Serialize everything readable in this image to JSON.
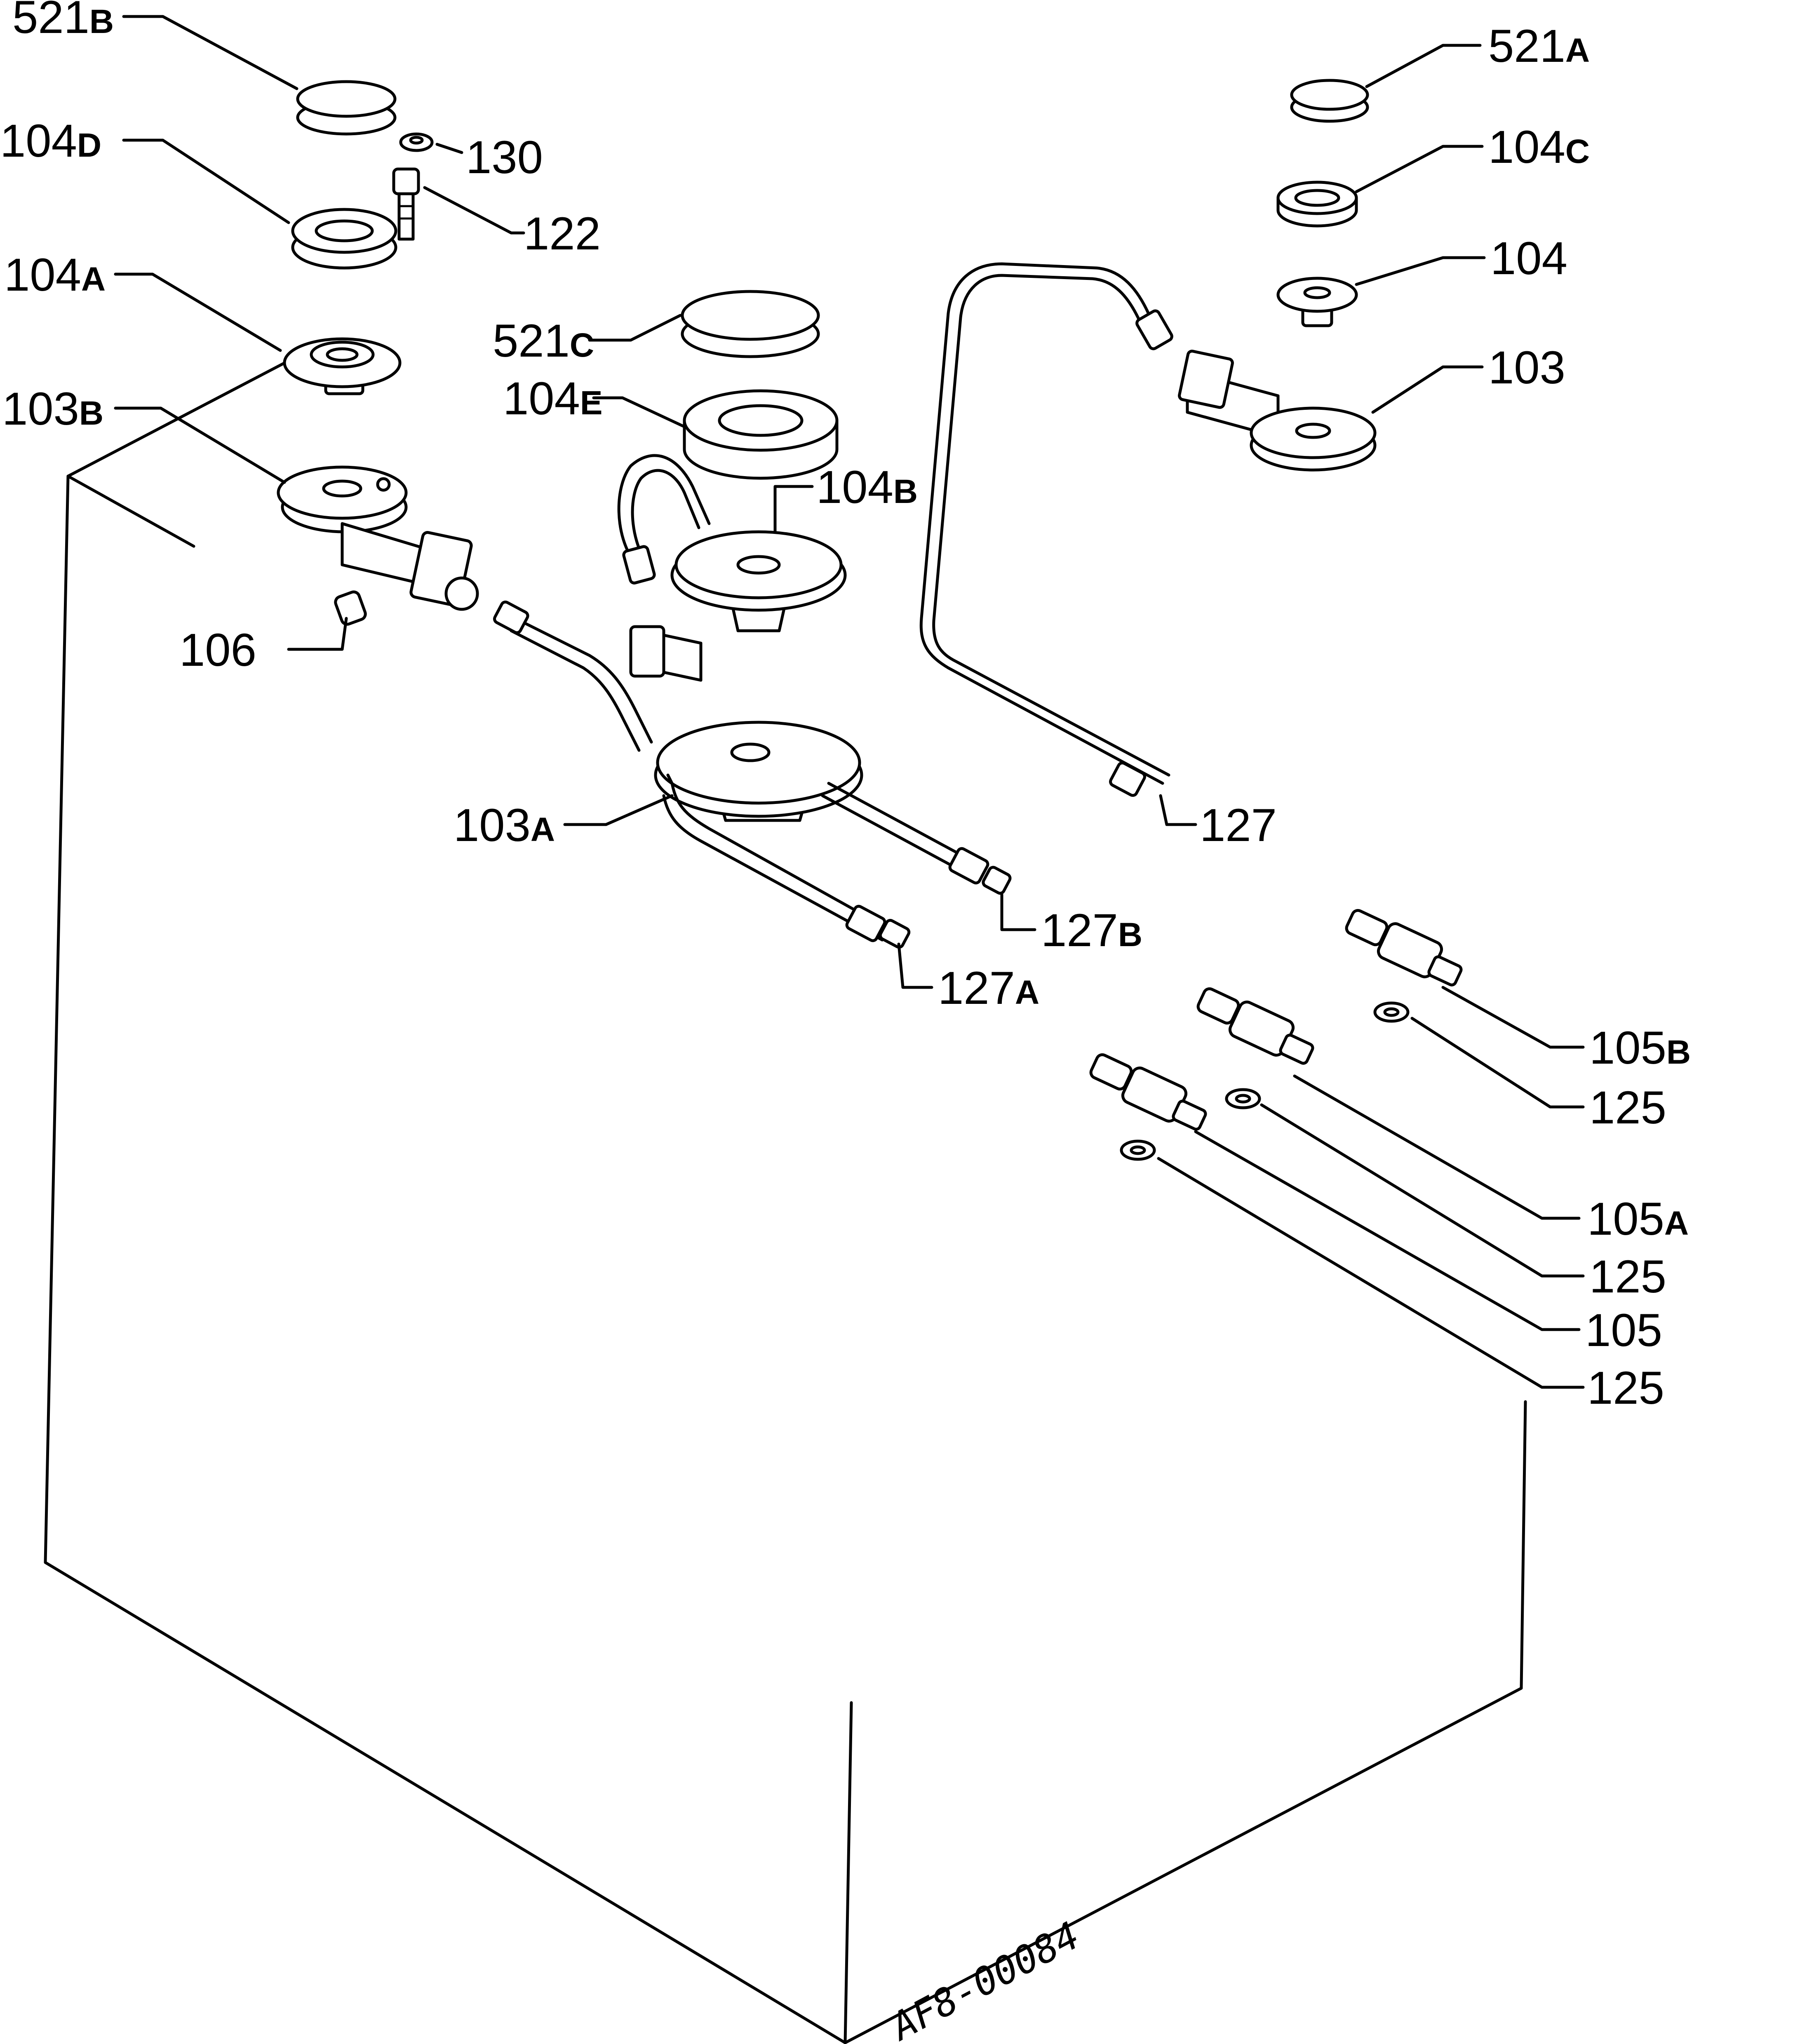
{
  "diagram": {
    "labels": [
      {
        "key": "521b",
        "num": "521",
        "suffix": "B"
      },
      {
        "key": "104d",
        "num": "104",
        "suffix": "D"
      },
      {
        "key": "130",
        "num": "130",
        "suffix": ""
      },
      {
        "key": "122",
        "num": "122",
        "suffix": ""
      },
      {
        "key": "104a",
        "num": "104",
        "suffix": "A"
      },
      {
        "key": "521c",
        "num": "521",
        "suffix": "C"
      },
      {
        "key": "104e",
        "num": "104",
        "suffix": "E"
      },
      {
        "key": "103b",
        "num": "103",
        "suffix": "B"
      },
      {
        "key": "104b",
        "num": "104",
        "suffix": "B"
      },
      {
        "key": "106",
        "num": "106",
        "suffix": ""
      },
      {
        "key": "103a",
        "num": "103",
        "suffix": "A"
      },
      {
        "key": "127b",
        "num": "127",
        "suffix": "B"
      },
      {
        "key": "127a",
        "num": "127",
        "suffix": "A"
      },
      {
        "key": "521a",
        "num": "521",
        "suffix": "A"
      },
      {
        "key": "104c",
        "num": "104",
        "suffix": "C"
      },
      {
        "key": "104",
        "num": "104",
        "suffix": ""
      },
      {
        "key": "103",
        "num": "103",
        "suffix": ""
      },
      {
        "key": "127",
        "num": "127",
        "suffix": ""
      },
      {
        "key": "105b",
        "num": "105",
        "suffix": "B"
      },
      {
        "key": "125_1",
        "num": "125",
        "suffix": ""
      },
      {
        "key": "105a",
        "num": "105",
        "suffix": "A"
      },
      {
        "key": "125_2",
        "num": "125",
        "suffix": ""
      },
      {
        "key": "105",
        "num": "105",
        "suffix": ""
      },
      {
        "key": "125_3",
        "num": "125",
        "suffix": ""
      }
    ],
    "drawing_code": "AF8-00084"
  }
}
